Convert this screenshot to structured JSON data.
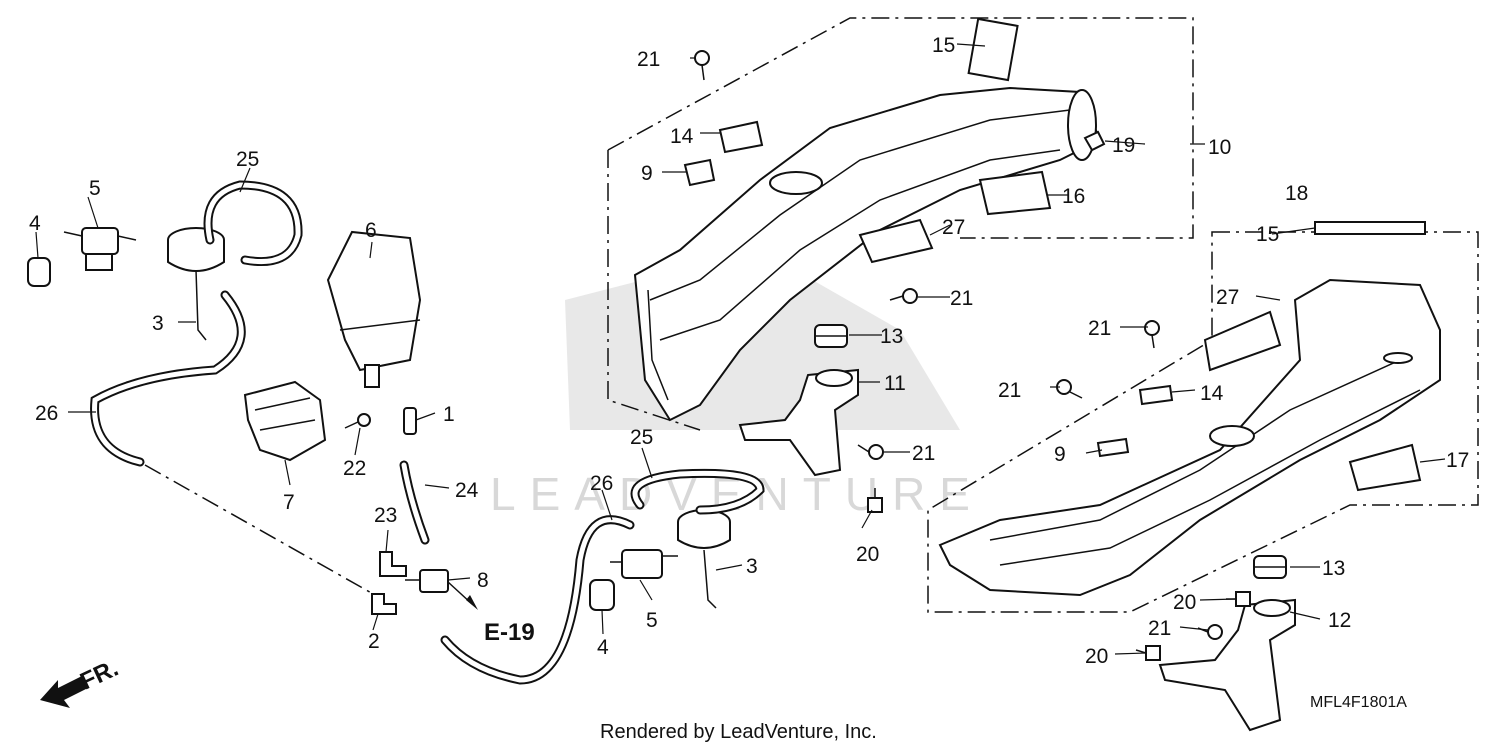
{
  "callouts": {
    "c1": "1",
    "c2": "2",
    "c3a": "3",
    "c3b": "3",
    "c4a": "4",
    "c4b": "4",
    "c5a": "5",
    "c5b": "5",
    "c6": "6",
    "c7": "7",
    "c8": "8",
    "c9a": "9",
    "c9b": "9",
    "c10": "10",
    "c11": "11",
    "c12": "12",
    "c13a": "13",
    "c13b": "13",
    "c14a": "14",
    "c14b": "14",
    "c15a": "15",
    "c15b": "15",
    "c16": "16",
    "c17": "17",
    "c18": "18",
    "c19": "19",
    "c20a": "20",
    "c20b": "20",
    "c20c": "20",
    "c21a": "21",
    "c21b": "21",
    "c21c": "21",
    "c21d": "21",
    "c21e": "21",
    "c21f": "21",
    "c22": "22",
    "c23": "23",
    "c24": "24",
    "c25a": "25",
    "c25b": "25",
    "c26a": "26",
    "c26b": "26",
    "c27a": "27",
    "c27b": "27"
  },
  "reference": "E-19",
  "direction_label": "FR.",
  "diagram_code": "MFL4F1801A",
  "footer": "Rendered by LeadVenture, Inc.",
  "watermark": "LEADVENTURE"
}
